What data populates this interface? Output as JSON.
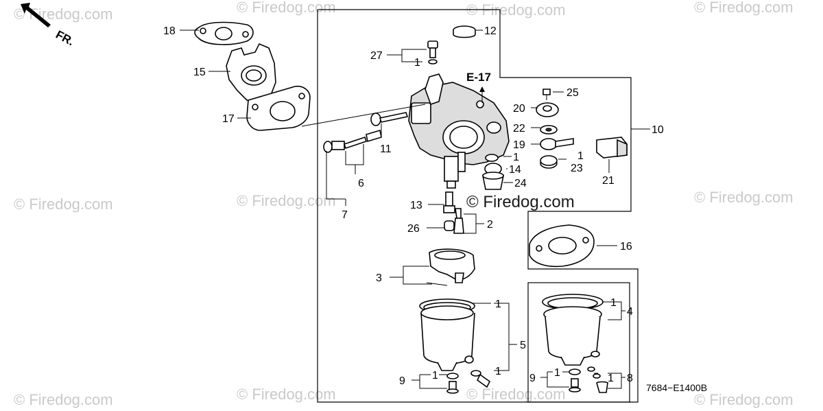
{
  "watermark": {
    "text": "© Firedog.com",
    "center_text": "© Firedog.com"
  },
  "orientation": {
    "label": "FR."
  },
  "reference": {
    "label": "E-17"
  },
  "diagram_code": "7684−E1400B",
  "callouts": {
    "c1": "1",
    "c2": "2",
    "c3": "3",
    "c4": "4",
    "c5": "5",
    "c6": "6",
    "c7": "7",
    "c8": "8",
    "c9": "9",
    "c10": "10",
    "c11": "11",
    "c12": "12",
    "c13": "13",
    "c14": "14",
    "c15": "15",
    "c16": "16",
    "c17": "17",
    "c18": "18",
    "c19": "19",
    "c20": "20",
    "c21": "21",
    "c22": "22",
    "c23": "23",
    "c24": "24",
    "c25": "25",
    "c26": "26",
    "c27": "27"
  }
}
